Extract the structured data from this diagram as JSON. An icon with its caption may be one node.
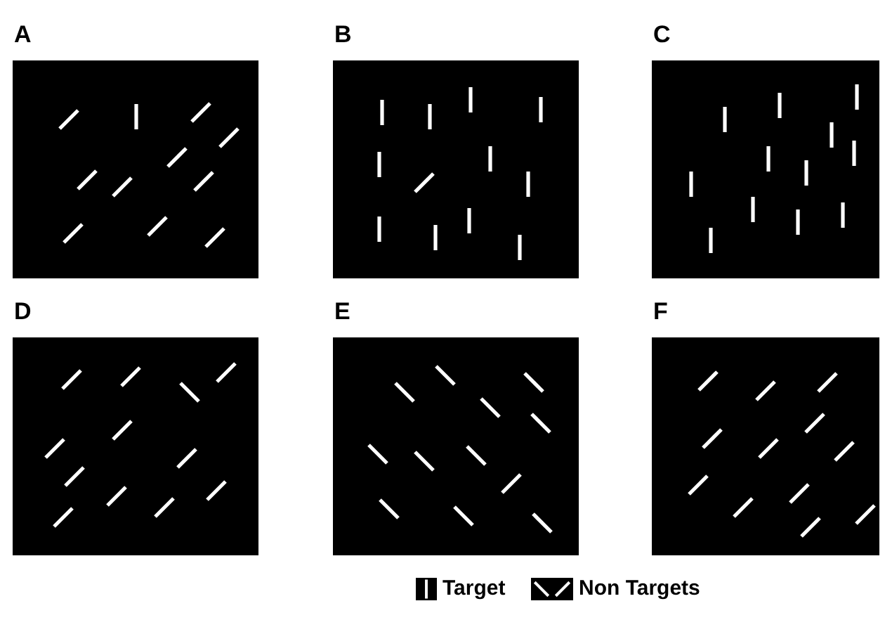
{
  "diagram": {
    "labels": [
      "A",
      "B",
      "C",
      "D",
      "E",
      "F"
    ],
    "legend": [
      {
        "text": "Target"
      },
      {
        "text": "Non Targets"
      }
    ]
  }
}
